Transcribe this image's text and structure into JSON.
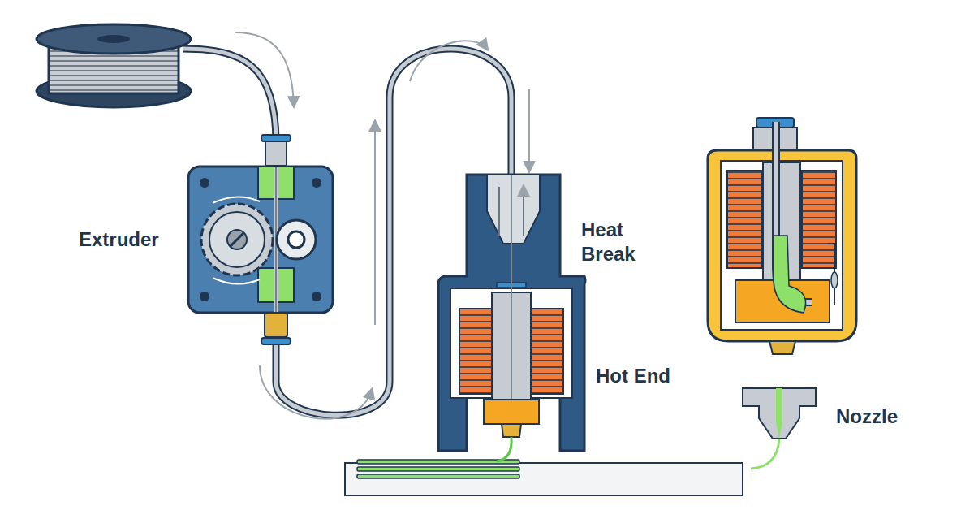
{
  "diagram": {
    "labels": [
      "Extruder",
      "Heat Break",
      "Hot End",
      "Nozzle"
    ]
  }
}
